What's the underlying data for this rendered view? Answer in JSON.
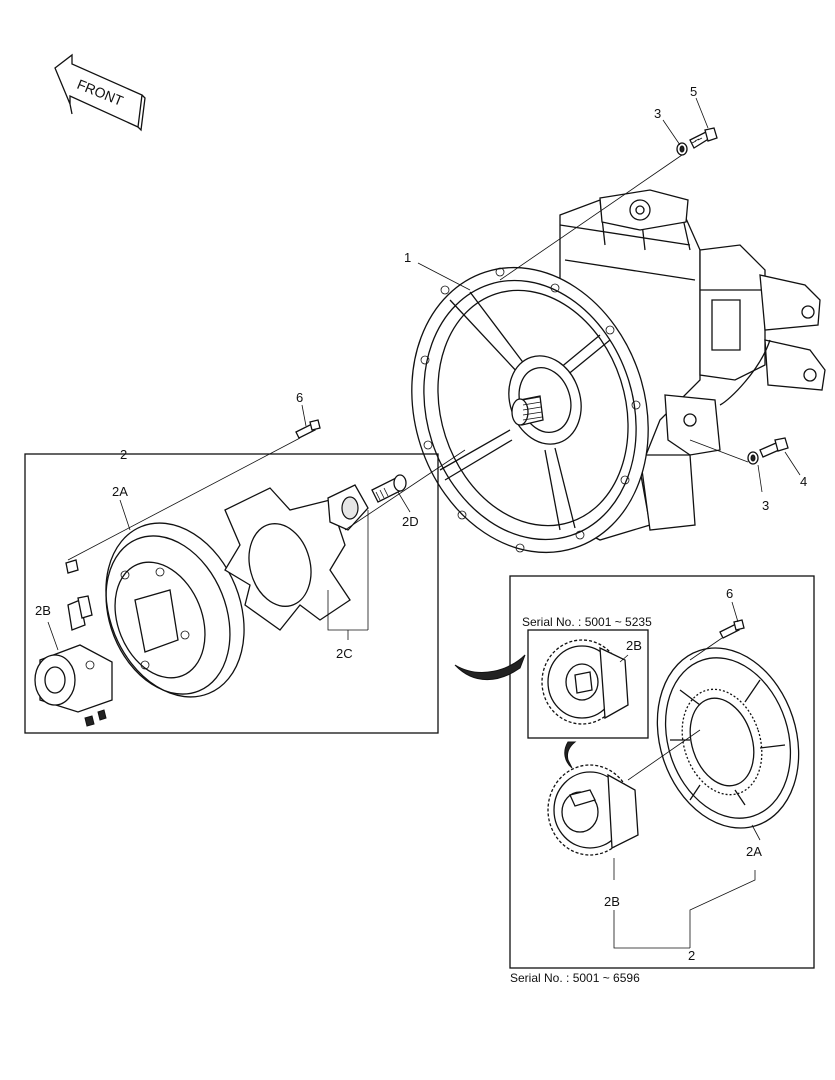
{
  "front_label": "FRONT",
  "callouts": {
    "c1": "1",
    "c2_left": "2",
    "c2a_left": "2A",
    "c2b_left": "2B",
    "c2c": "2C",
    "c2d": "2D",
    "c3_top": "3",
    "c3_right": "3",
    "c4": "4",
    "c5": "5",
    "c6_left": "6",
    "c6_right": "6",
    "c2b_top": "2B",
    "c2a_right": "2A",
    "c2b_bottom": "2B",
    "c2_right": "2"
  },
  "serial_top": "Serial No. : 5001 ~ 5235",
  "serial_bottom": "Serial No. : 5001 ~ 6596",
  "colors": {
    "line": "#111111",
    "background": "#ffffff"
  }
}
